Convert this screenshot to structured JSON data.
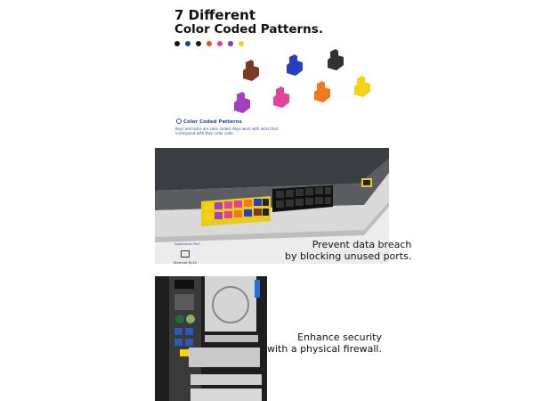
{
  "section1": {
    "title_line1": "7 Different",
    "title_line2": "Color Coded Patterns.",
    "swatches": [
      "#111111",
      "#1d3f9b",
      "#161616",
      "#e0522a",
      "#e0459a",
      "#8a36a8",
      "#f0d21a"
    ],
    "subheading": "Color Coded Patterns",
    "description": "Keys and locks are color coded. Keys work with locks that correspond with their color code."
  },
  "section2": {
    "caption_line1": "Prevent data breach",
    "caption_line2": "by blocking unused ports.",
    "application_label": "Application Port",
    "ethernet_label": "Ethernet RJ-45"
  },
  "section3": {
    "caption_line1": "Enhance security",
    "caption_line2": "with a physical firewall."
  },
  "colors": {
    "brown": "#7b3a26",
    "blue": "#2440c0",
    "black": "#333333",
    "purple": "#a43fc0",
    "pink": "#e0459a",
    "orange": "#f07a1e",
    "yellow": "#f3d414",
    "accent": "#2a4aa0"
  }
}
